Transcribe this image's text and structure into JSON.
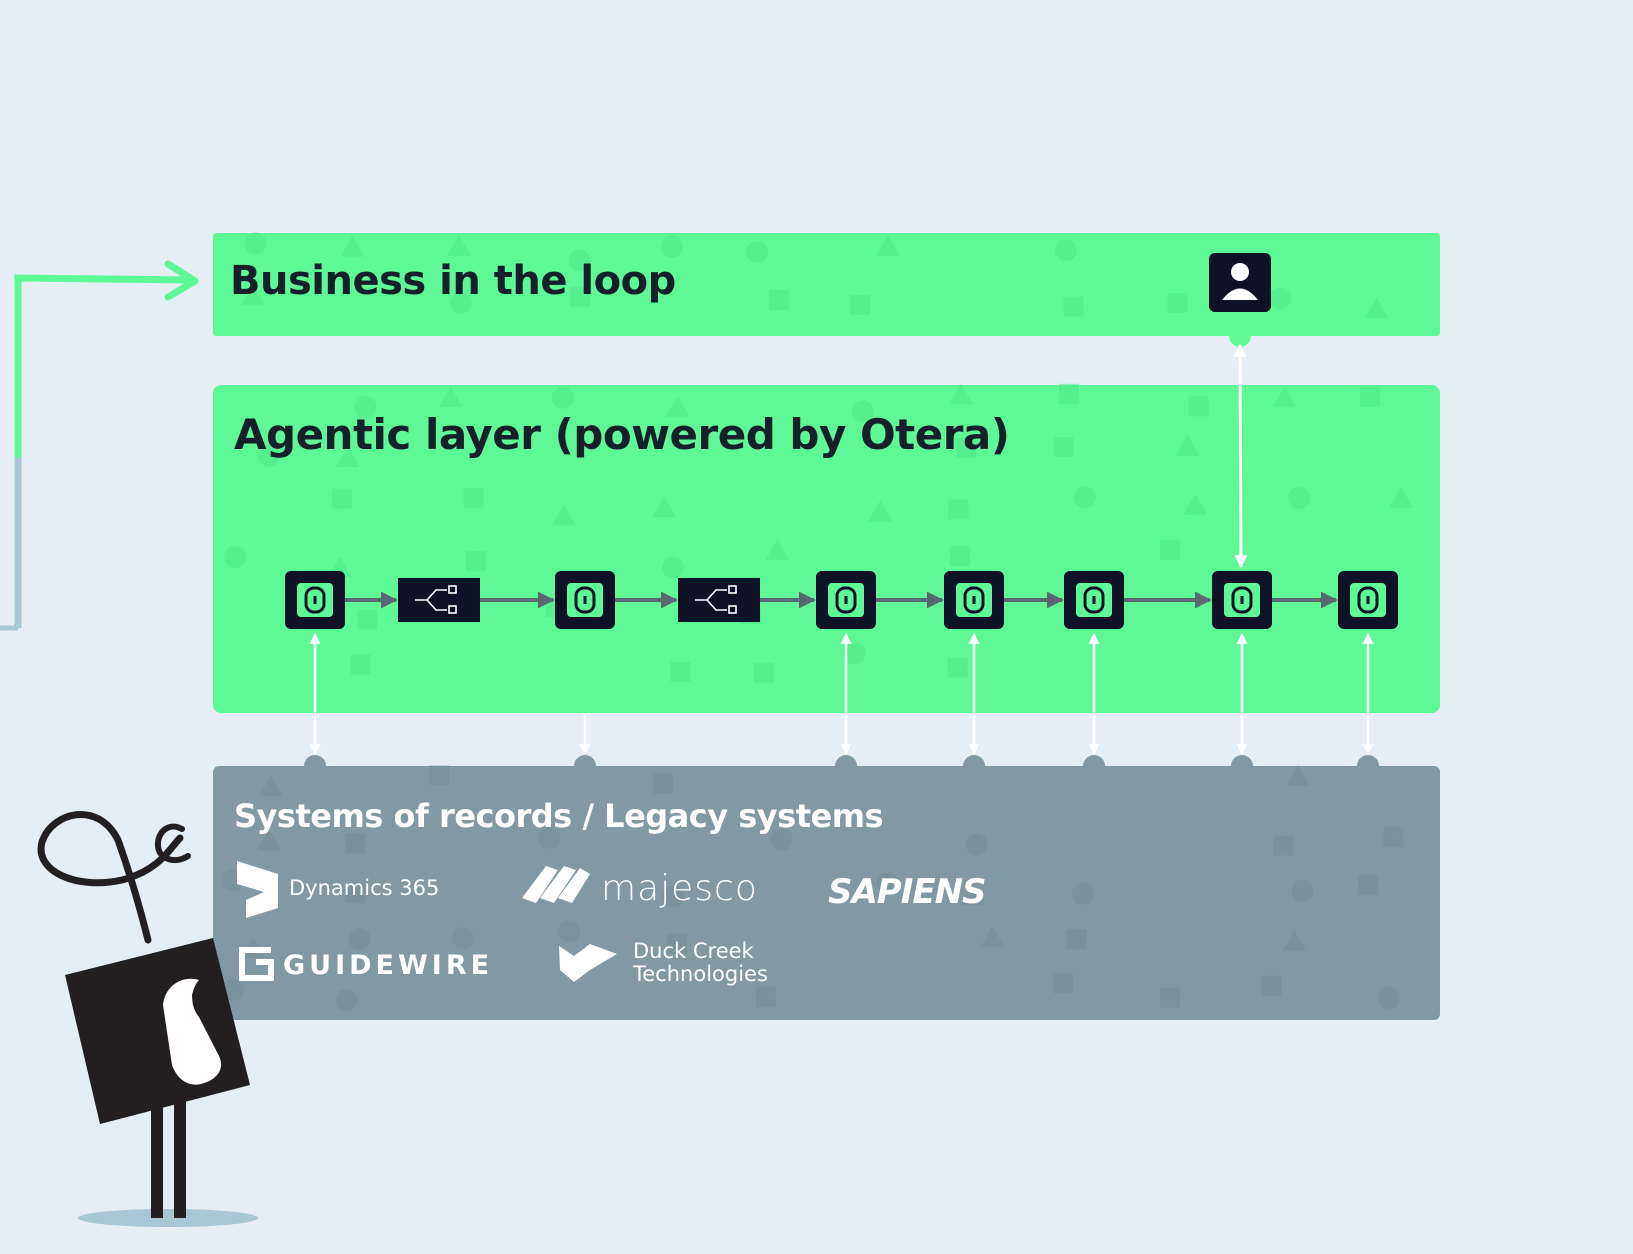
{
  "business_layer": {
    "title": "Business in the loop"
  },
  "agentic_layer": {
    "title": "Agentic layer (powered by Otera)"
  },
  "systems_layer": {
    "title": "Systems of records / Legacy systems"
  },
  "logos": {
    "dynamics": "Dynamics 365",
    "majesco": "majesco",
    "sapiens": "SAPIENS",
    "guidewire": "GUIDEWIRE",
    "duckcreek_line1": "Duck Creek",
    "duckcreek_line2": "Technologies"
  },
  "pipeline": [
    "agent",
    "router",
    "agent",
    "router",
    "agent",
    "agent",
    "agent",
    "agent",
    "agent"
  ],
  "colors": {
    "background": "#e5eef4",
    "accent_green": "#5ef896",
    "systems_gray": "#8299a3",
    "node_dark": "#0d1226"
  },
  "icons": [
    "person-icon",
    "agent-icon",
    "router-icon"
  ]
}
